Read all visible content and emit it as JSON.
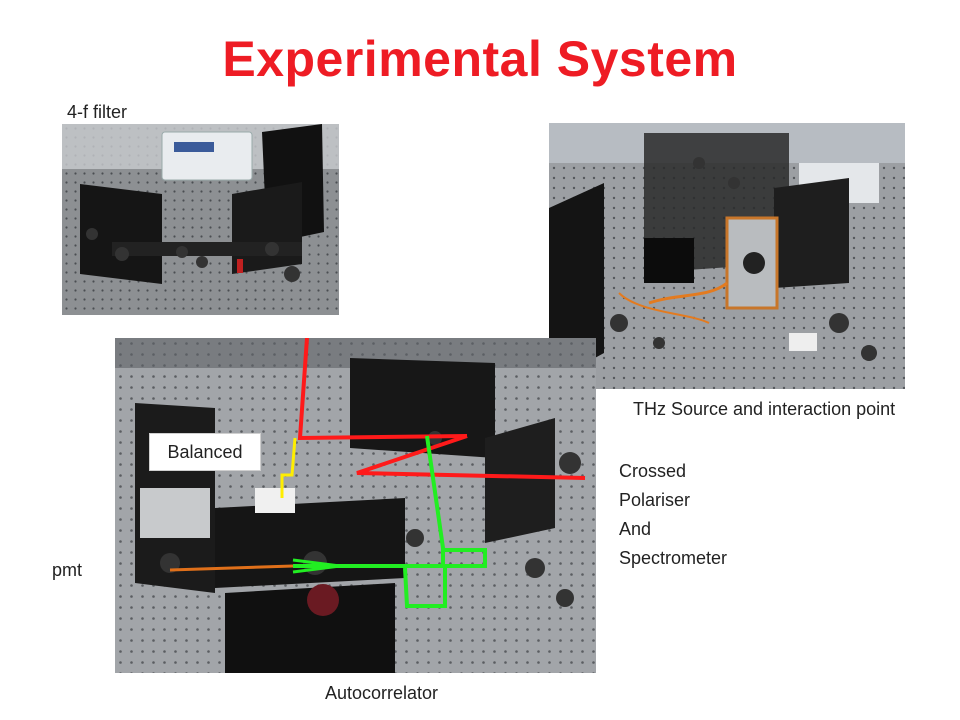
{
  "slide": {
    "title": "Experimental System",
    "title_color": "#ee1c24"
  },
  "labels": {
    "four_f_filter": "4-f filter",
    "thz_source": "THz Source and interaction point",
    "crossed_lines": [
      "Crossed",
      "Polariser",
      "And",
      "Spectrometer"
    ],
    "pmt": "pmt",
    "autocorrelator": "Autocorrelator",
    "balanced": "Balanced"
  },
  "beam_colors": {
    "red": "#ff1a1a",
    "green": "#22ee22",
    "yellow": "#ffee00",
    "orange": "#e0701a"
  }
}
